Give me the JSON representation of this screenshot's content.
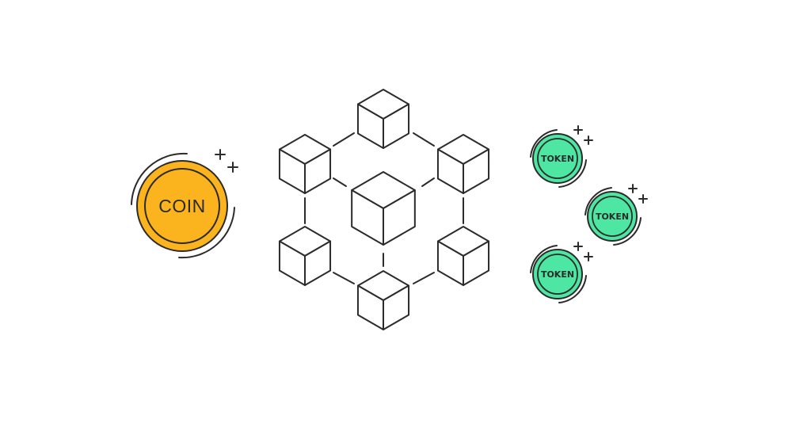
{
  "coin": {
    "label": "COIN",
    "fill_color": "#fbb41e"
  },
  "tokens": [
    {
      "label": "TOKEN"
    },
    {
      "label": "TOKEN"
    },
    {
      "label": "TOKEN"
    }
  ],
  "token_fill_color": "#4ee6a3",
  "stroke_color": "#2b2b2b",
  "network": {
    "node_count": 7,
    "center_node": "cube",
    "outer_nodes": "cube"
  }
}
